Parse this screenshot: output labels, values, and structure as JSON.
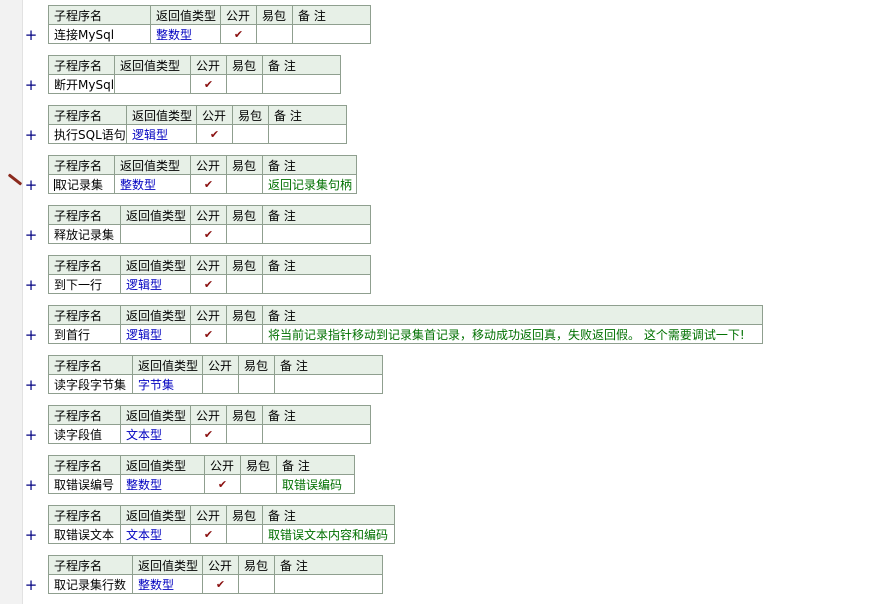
{
  "headers": {
    "name": "子程序名",
    "return_type": "返回值类型",
    "public": "公开",
    "easy_pack": "易包",
    "note": "备 注"
  },
  "expand_symbol": "+",
  "check_symbol": "✔",
  "subroutines": [
    {
      "name": "连接MySql",
      "return_type": "整数型",
      "public": true,
      "note": ""
    },
    {
      "name": "断开MySql",
      "return_type": "",
      "public": true,
      "note": ""
    },
    {
      "name": "执行SQL语句",
      "return_type": "逻辑型",
      "public": true,
      "note": ""
    },
    {
      "name": "取记录集",
      "return_type": "整数型",
      "public": true,
      "note": "返回记录集句柄",
      "has_cursor": true
    },
    {
      "name": "释放记录集",
      "return_type": "",
      "public": true,
      "note": ""
    },
    {
      "name": "到下一行",
      "return_type": "逻辑型",
      "public": true,
      "note": ""
    },
    {
      "name": "到首行",
      "return_type": "逻辑型",
      "public": true,
      "note": "将当前记录指针移动到记录集首记录，移动成功返回真，失败返回假。 这个需要调试一下!"
    },
    {
      "name": "读字段字节集",
      "return_type": "字节集",
      "public": false,
      "note": ""
    },
    {
      "name": "读字段值",
      "return_type": "文本型",
      "public": true,
      "note": ""
    },
    {
      "name": "取错误编号",
      "return_type": "整数型",
      "public": true,
      "note": "取错误编码"
    },
    {
      "name": "取错误文本",
      "return_type": "文本型",
      "public": true,
      "note": "取错误文本内容和编码"
    },
    {
      "name": "取记录集行数",
      "return_type": "整数型",
      "public": true,
      "note": ""
    }
  ]
}
